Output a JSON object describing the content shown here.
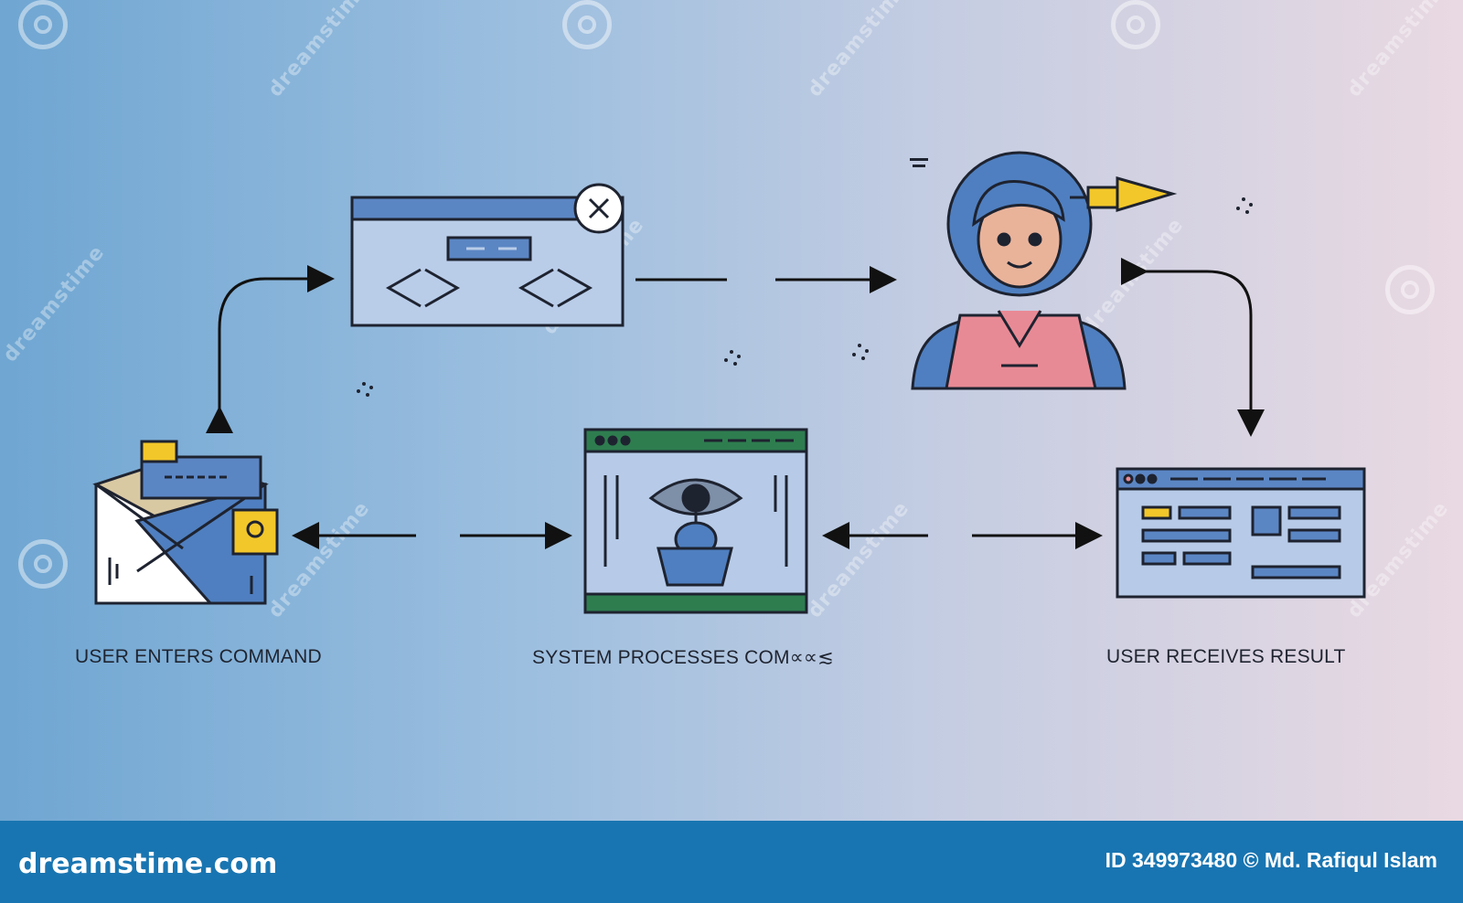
{
  "labels": {
    "step1": "USER ENTERS COMMAND",
    "step2": "SYSTEM PROCESSES COM∝∝≲",
    "step3": "USER RECEIVES RESULT"
  },
  "footer": {
    "logo": "dreamstime.com",
    "credit": "ID 349973480 © Md. Rafiqul Islam"
  },
  "watermark": {
    "text": "dreamstime"
  },
  "icons": [
    "code-window-icon",
    "person-avatar-icon",
    "envelope-icon",
    "processing-window-icon",
    "result-dashboard-icon"
  ],
  "colors": {
    "blue": "#4f7fc0",
    "light_blue": "#b7cbe8",
    "green": "#2e7d4f",
    "yellow": "#f2c72a",
    "pink": "#e88a95",
    "outline": "#1e2330"
  }
}
